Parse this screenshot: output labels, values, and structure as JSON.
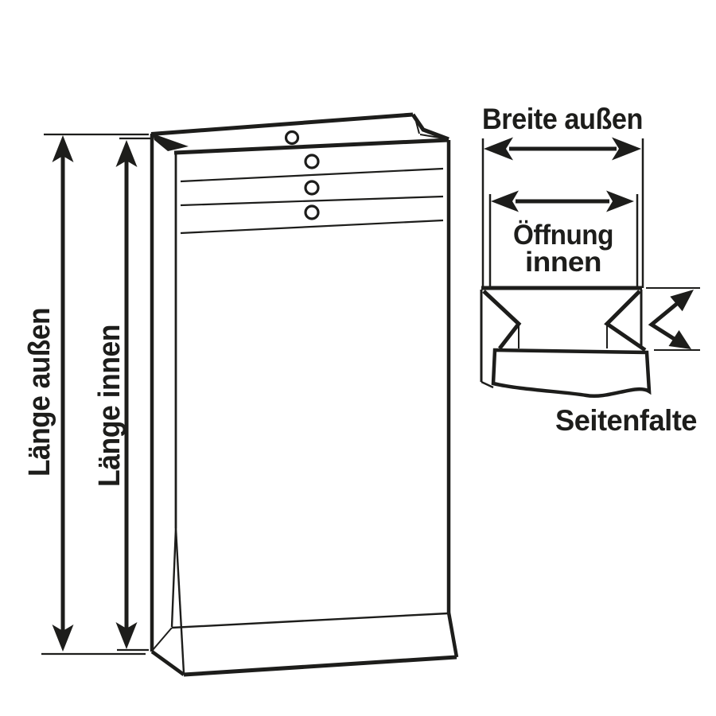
{
  "colors": {
    "line": "#1d1d1b",
    "background": "#ffffff"
  },
  "labels": {
    "outer_length": "Länge außen",
    "inner_length": "Länge innen",
    "outer_width": "Breite außen",
    "inner_opening_line1": "Öffnung",
    "inner_opening_line2": "innen",
    "side_gusset": "Seitenfalte"
  }
}
